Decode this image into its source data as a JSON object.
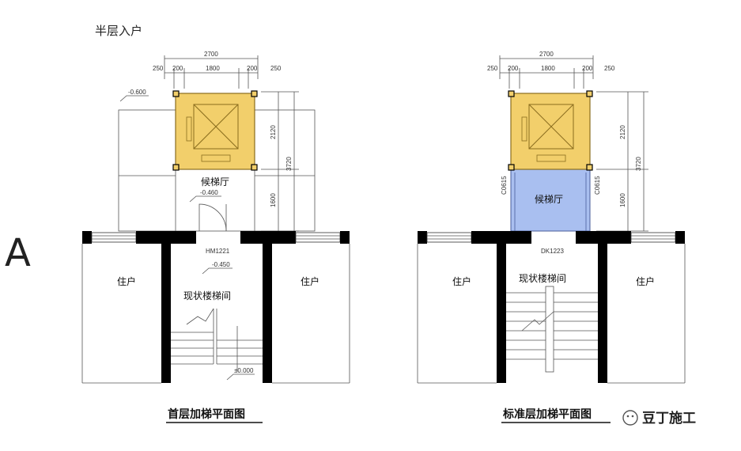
{
  "heading": "半层入户",
  "axis_letter": "A",
  "watermark": "豆丁施工",
  "plans": [
    {
      "caption": "首层加梯平面图",
      "dims_top": {
        "total": "2700",
        "parts": [
          "250",
          "200",
          "1800",
          "200",
          "250"
        ]
      },
      "dims_side": [
        "2120",
        "3720",
        "1600"
      ],
      "levels": [
        "-0.600",
        "-0.460",
        "-0.450",
        "±0.000"
      ],
      "rooms": {
        "lobby": "候梯厅",
        "stair": "现状楼梯间",
        "unit_left": "住户",
        "unit_right": "住户"
      },
      "door": "HM1221"
    },
    {
      "caption": "标准层加梯平面图",
      "dims_top": {
        "total": "2700",
        "parts": [
          "250",
          "200",
          "1800",
          "200",
          "250"
        ]
      },
      "dims_side": [
        "2120",
        "3720",
        "1600"
      ],
      "rooms": {
        "lobby": "候梯厅",
        "stair": "现状楼梯间",
        "unit_left": "住户",
        "unit_right": "住户"
      },
      "door": "DK1223",
      "windows": [
        "C0615",
        "C0615"
      ]
    }
  ],
  "colors": {
    "elevator": "#F2CF6B",
    "lobby": "#A9BFF0",
    "wall": "#000000"
  }
}
